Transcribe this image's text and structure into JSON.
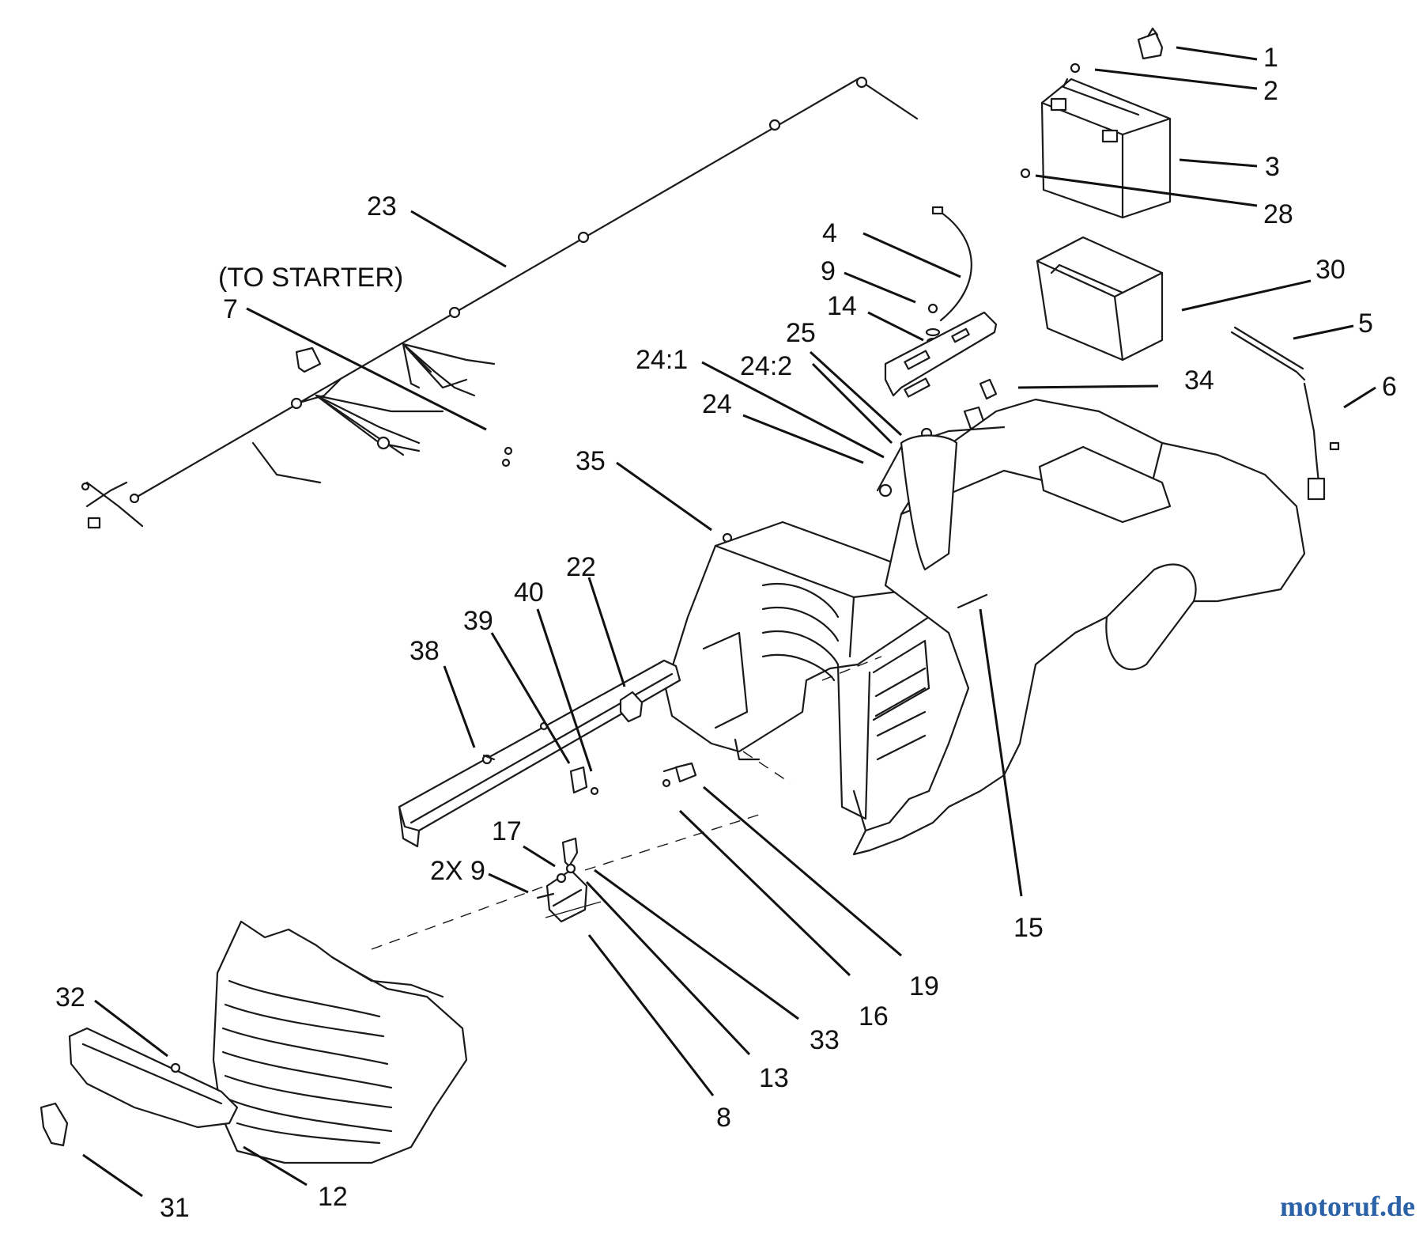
{
  "note": "(TO STARTER)",
  "watermark": "motoruf.de",
  "callouts": [
    "1",
    "2",
    "3",
    "28",
    "4",
    "9",
    "14",
    "30",
    "5",
    "6",
    "23",
    "7",
    "25",
    "24:1",
    "24:2",
    "24",
    "34",
    "35",
    "22",
    "40",
    "39",
    "38",
    "17",
    "2X 9",
    "15",
    "19",
    "16",
    "33",
    "13",
    "8",
    "32",
    "12",
    "31"
  ]
}
